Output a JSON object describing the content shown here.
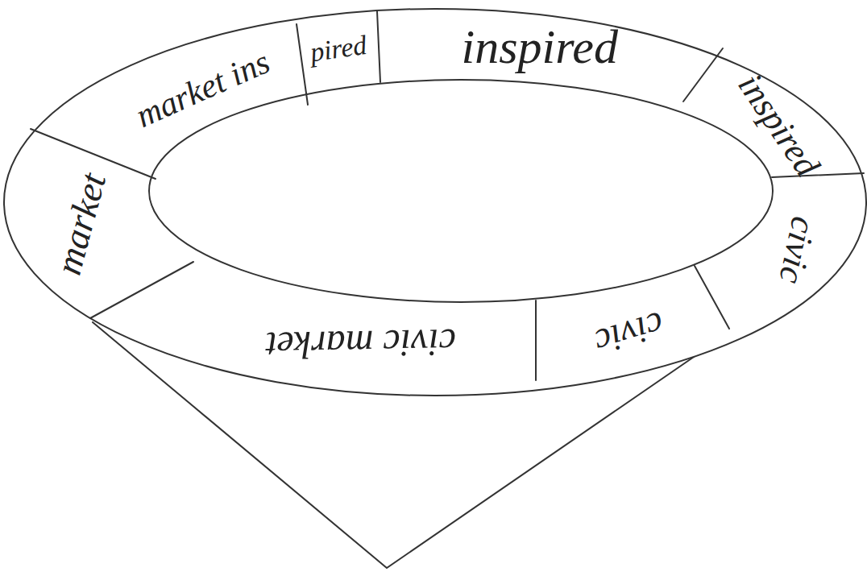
{
  "diagram": {
    "nodes": [
      {
        "text": [
          "market"
        ]
      },
      {
        "text": [
          "market ins"
        ]
      },
      {
        "text": [
          "pired"
        ]
      },
      {
        "text": [
          "inspired"
        ]
      },
      {
        "text": [
          "inspired"
        ]
      },
      {
        "text": [
          "civic"
        ]
      },
      {
        "text": [
          "civic"
        ]
      },
      {
        "text": [
          "civic market"
        ]
      }
    ]
  }
}
